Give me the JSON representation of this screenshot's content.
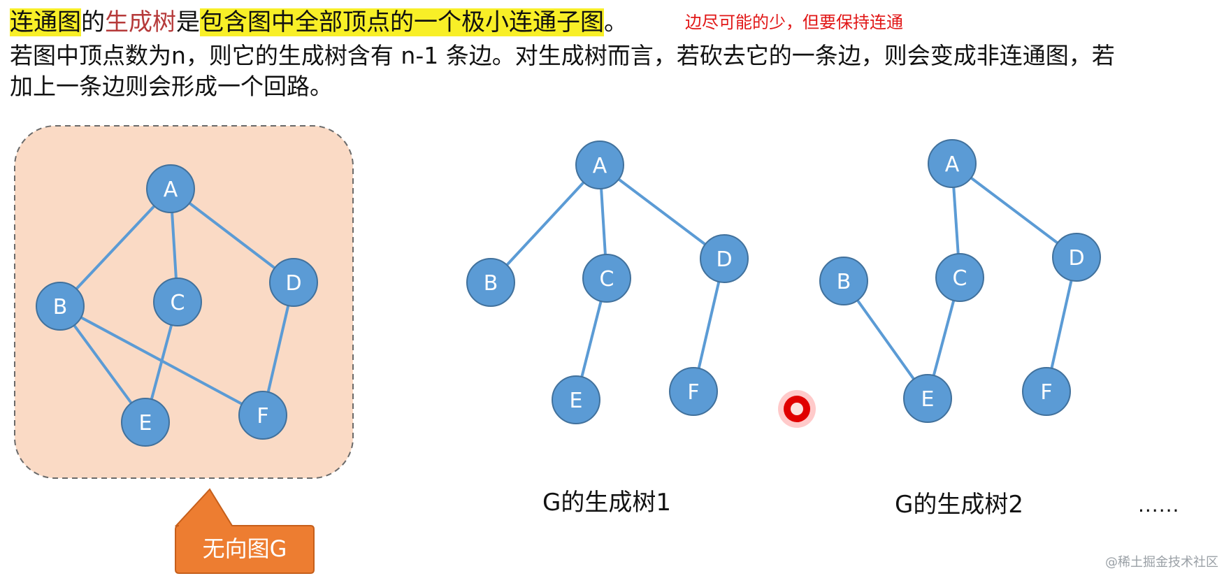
{
  "headline": {
    "part1": "连通图",
    "part2": "的",
    "part3": "生成树",
    "part4": "是",
    "part5": "包含图中全部顶点的一个极小连通子图",
    "part6": "。"
  },
  "note": "边尽可能的少，但要保持连通",
  "paragraph": "若图中顶点数为n，则它的生成树含有 n-1 条边。对生成树而言，若砍去它的一条边，则会变成非连通图，若加上一条边则会形成一个回路。",
  "graph_g": {
    "label": "无向图G",
    "vertices": [
      "A",
      "B",
      "C",
      "D",
      "E",
      "F"
    ],
    "edges": [
      [
        "A",
        "B"
      ],
      [
        "A",
        "C"
      ],
      [
        "A",
        "D"
      ],
      [
        "B",
        "E"
      ],
      [
        "B",
        "F"
      ],
      [
        "C",
        "E"
      ],
      [
        "D",
        "F"
      ]
    ]
  },
  "tree1": {
    "label": "G的生成树1",
    "vertices": [
      "A",
      "B",
      "C",
      "D",
      "E",
      "F"
    ],
    "edges": [
      [
        "A",
        "B"
      ],
      [
        "A",
        "C"
      ],
      [
        "A",
        "D"
      ],
      [
        "C",
        "E"
      ],
      [
        "D",
        "F"
      ]
    ]
  },
  "tree2": {
    "label": "G的生成树2",
    "vertices": [
      "A",
      "B",
      "C",
      "D",
      "E",
      "F"
    ],
    "edges": [
      [
        "A",
        "C"
      ],
      [
        "A",
        "D"
      ],
      [
        "B",
        "E"
      ],
      [
        "C",
        "E"
      ],
      [
        "D",
        "F"
      ]
    ]
  },
  "ellipsis": "......",
  "watermark": "@稀土掘金技术社区",
  "colors": {
    "highlight": "#f8ef27",
    "note_red": "#e11717",
    "node_fill": "#5b9bd5",
    "node_stroke": "#41719c",
    "edge": "#5b9bd5",
    "panel_fill": "#fadac5",
    "callout_fill": "#ed7d31"
  }
}
